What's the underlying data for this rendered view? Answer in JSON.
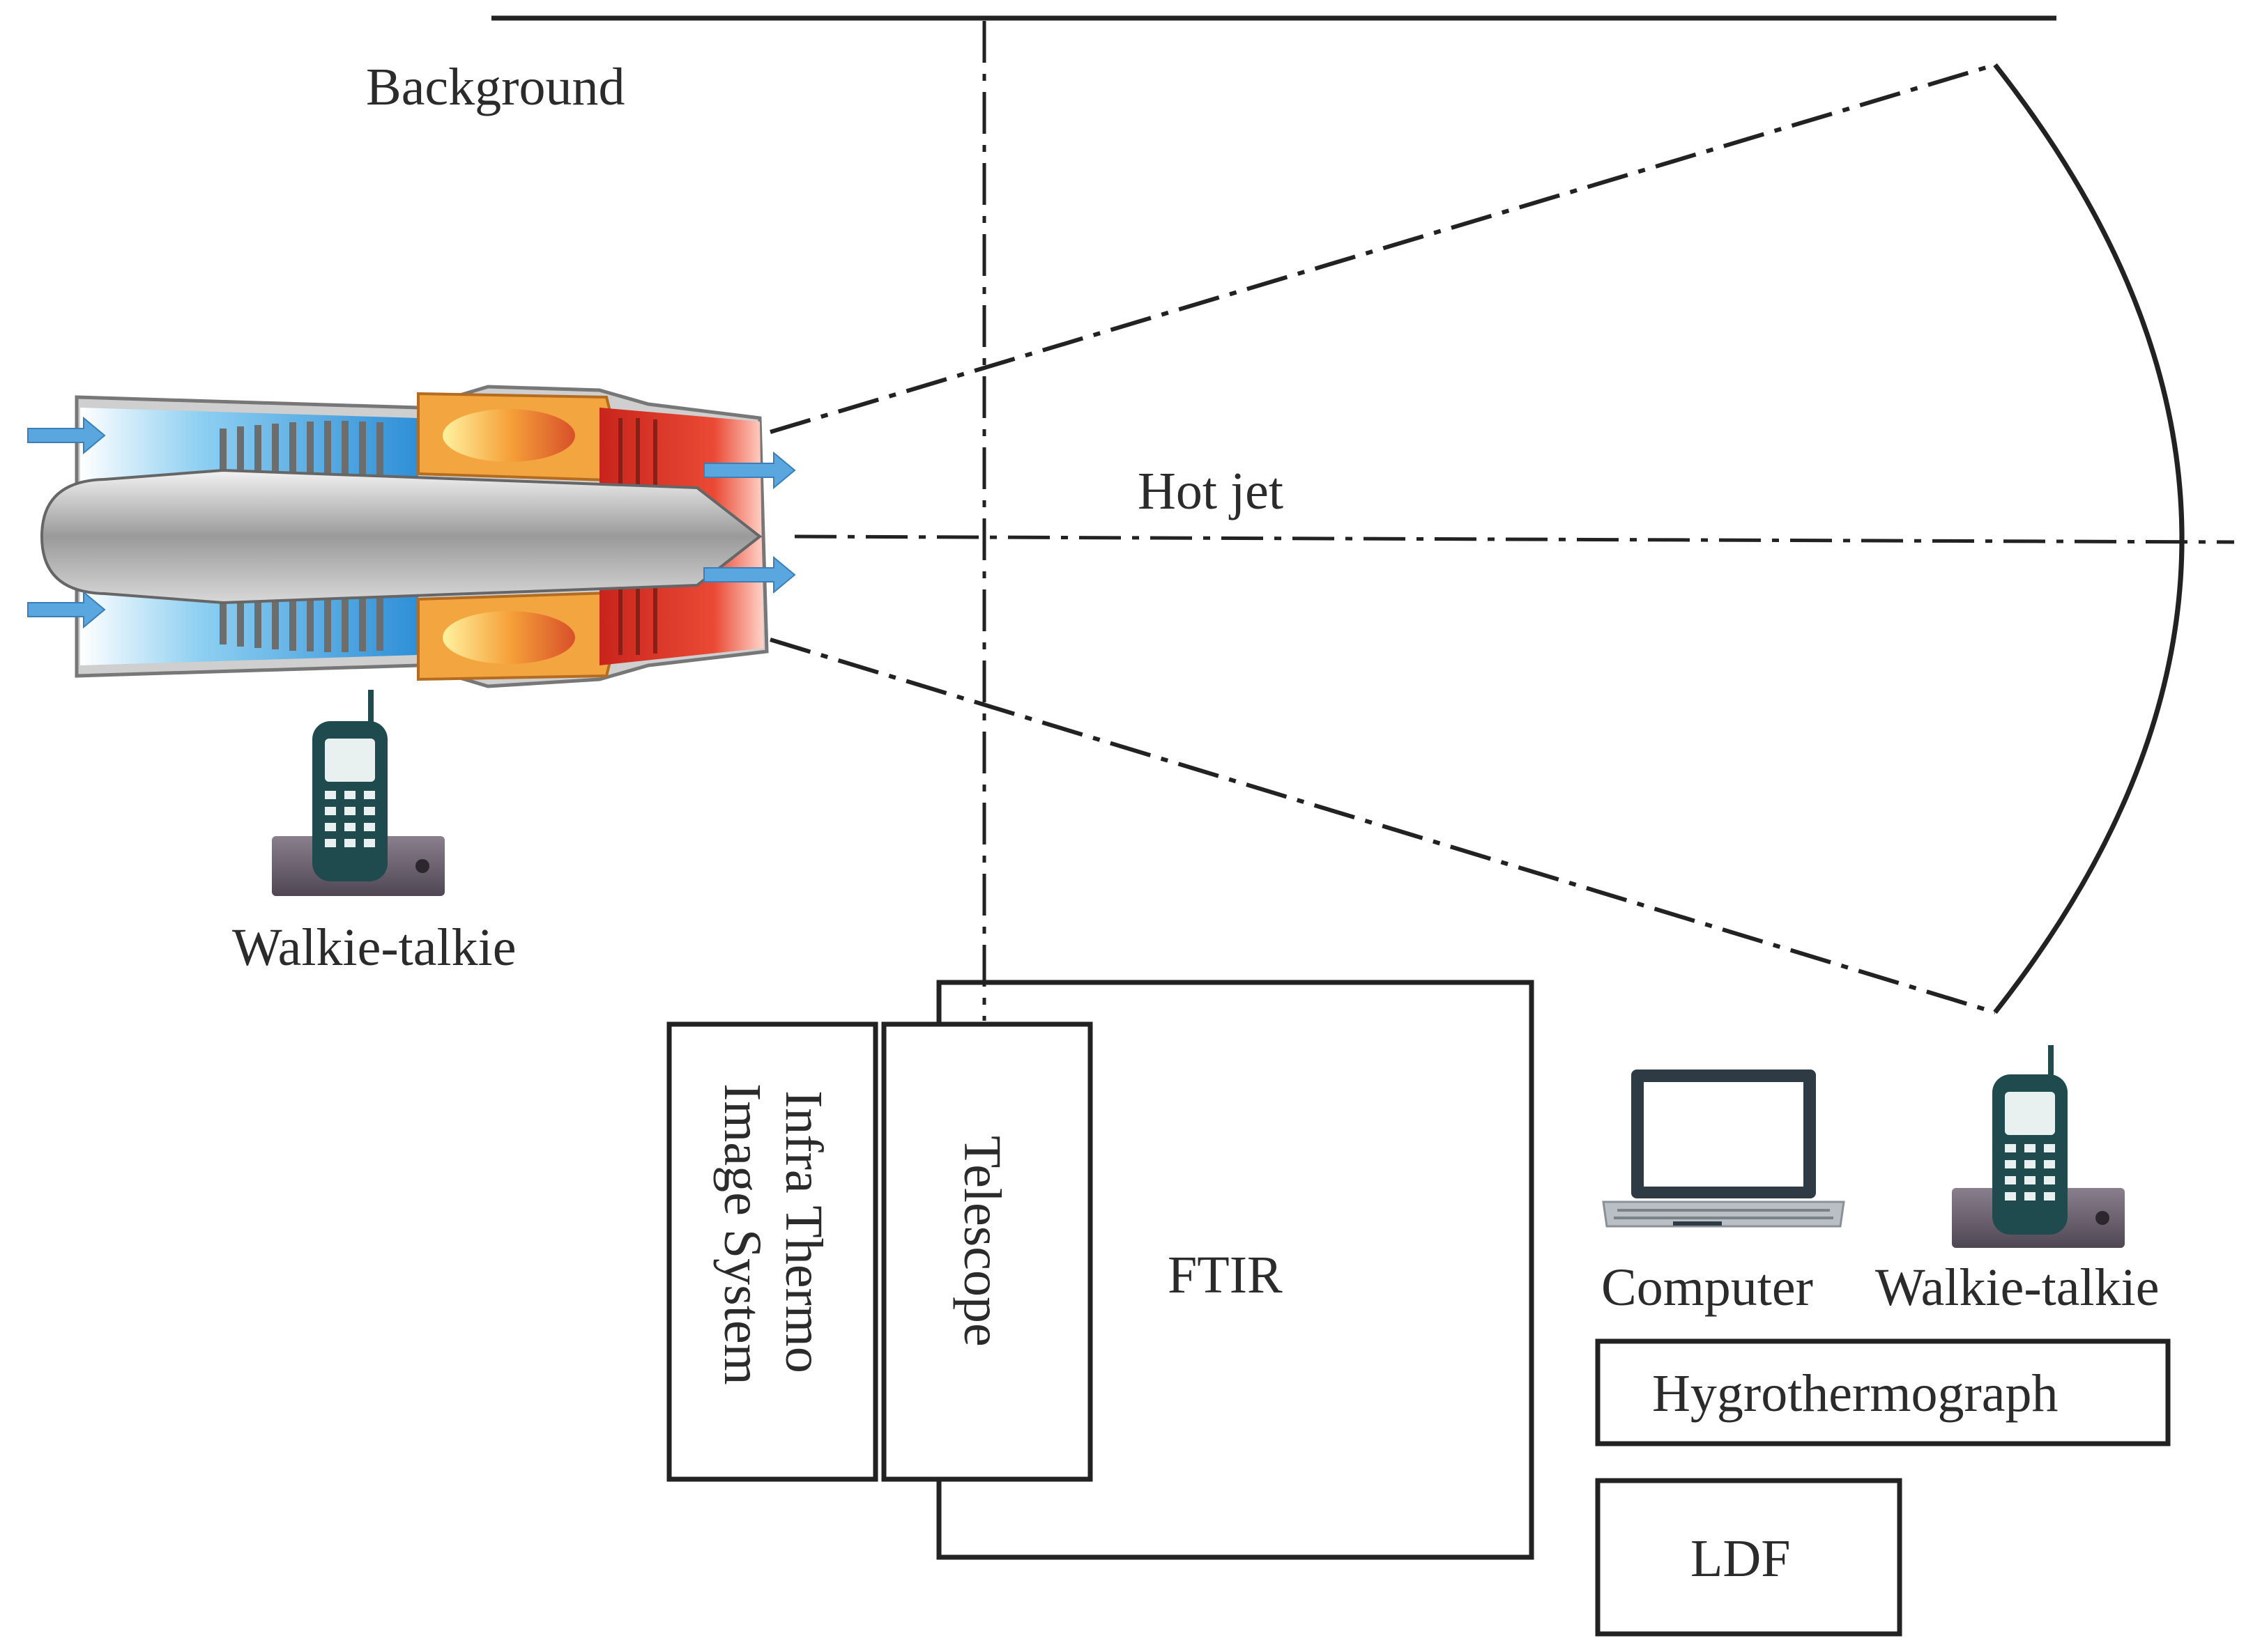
{
  "labels": {
    "background": "Background",
    "hot_jet": "Hot jet",
    "walkie_talkie_left": "Walkie-talkie",
    "walkie_talkie_right": "Walkie-talkie",
    "computer": "Computer",
    "infra_thermo_line1": "Infra Thermo",
    "infra_thermo_line2": "Image System",
    "telescope": "Telescope",
    "ftir": "FTIR",
    "hygrothermograph": "Hygrothermograph",
    "ldf": "LDF"
  },
  "icons": {
    "engine": "turbojet-engine-icon",
    "walkie_talkie": "walkie-talkie-icon",
    "computer": "laptop-icon"
  },
  "colors": {
    "cold_section": "#5ab4e8",
    "hot_section": "#e0362a",
    "combustor": "#f0a030",
    "handset": "#1f4a4e",
    "base": "#6a5f6e"
  }
}
